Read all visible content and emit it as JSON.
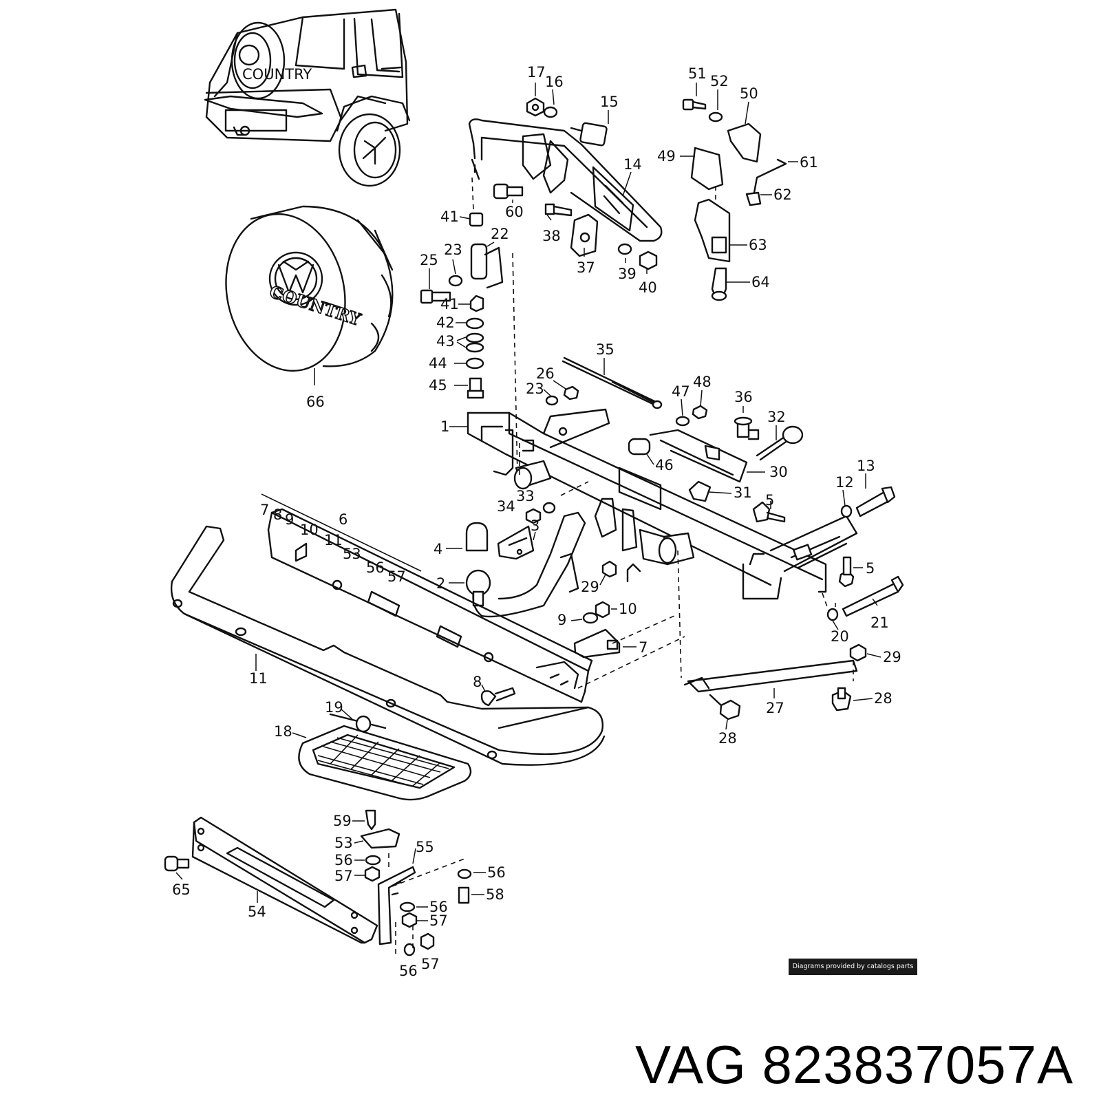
{
  "callouts": [
    {
      "id": "c17",
      "text": "17"
    },
    {
      "id": "c16",
      "text": "16"
    },
    {
      "id": "c15",
      "text": "15"
    },
    {
      "id": "c51",
      "text": "51"
    },
    {
      "id": "c52",
      "text": "52"
    },
    {
      "id": "c50",
      "text": "50"
    },
    {
      "id": "c49",
      "text": "49"
    },
    {
      "id": "c61",
      "text": "61"
    },
    {
      "id": "c62",
      "text": "62"
    },
    {
      "id": "c14",
      "text": "14"
    },
    {
      "id": "c60",
      "text": "60"
    },
    {
      "id": "c41a",
      "text": "41"
    },
    {
      "id": "c22",
      "text": "22"
    },
    {
      "id": "c38",
      "text": "38"
    },
    {
      "id": "c63",
      "text": "63"
    },
    {
      "id": "c23a",
      "text": "23"
    },
    {
      "id": "c25",
      "text": "25"
    },
    {
      "id": "c37",
      "text": "37"
    },
    {
      "id": "c39",
      "text": "39"
    },
    {
      "id": "c40",
      "text": "40"
    },
    {
      "id": "c64",
      "text": "64"
    },
    {
      "id": "c41b",
      "text": "41"
    },
    {
      "id": "c42",
      "text": "42"
    },
    {
      "id": "c43",
      "text": "43"
    },
    {
      "id": "c44",
      "text": "44"
    },
    {
      "id": "c45",
      "text": "45"
    },
    {
      "id": "c35",
      "text": "35"
    },
    {
      "id": "c26",
      "text": "26"
    },
    {
      "id": "c23b",
      "text": "23"
    },
    {
      "id": "c47",
      "text": "47"
    },
    {
      "id": "c48",
      "text": "48"
    },
    {
      "id": "c36",
      "text": "36"
    },
    {
      "id": "c32",
      "text": "32"
    },
    {
      "id": "c66",
      "text": "66"
    },
    {
      "id": "c1",
      "text": "1"
    },
    {
      "id": "c46",
      "text": "46"
    },
    {
      "id": "c30",
      "text": "30"
    },
    {
      "id": "c13",
      "text": "13"
    },
    {
      "id": "c31",
      "text": "31"
    },
    {
      "id": "c12",
      "text": "12"
    },
    {
      "id": "c33",
      "text": "33"
    },
    {
      "id": "c34",
      "text": "34"
    },
    {
      "id": "c5a",
      "text": "5"
    },
    {
      "id": "c7a",
      "text": "7"
    },
    {
      "id": "c8a",
      "text": "8"
    },
    {
      "id": "c9a",
      "text": "9"
    },
    {
      "id": "c6",
      "text": "6"
    },
    {
      "id": "c10a",
      "text": "10"
    },
    {
      "id": "c11a",
      "text": "11"
    },
    {
      "id": "c53a",
      "text": "53"
    },
    {
      "id": "c56a",
      "text": "56"
    },
    {
      "id": "c57a",
      "text": "57"
    },
    {
      "id": "c3",
      "text": "3"
    },
    {
      "id": "c4",
      "text": "4"
    },
    {
      "id": "c2",
      "text": "2"
    },
    {
      "id": "c29a",
      "text": "29"
    },
    {
      "id": "c5b",
      "text": "5"
    },
    {
      "id": "c10b",
      "text": "10"
    },
    {
      "id": "c9b",
      "text": "9"
    },
    {
      "id": "c7b",
      "text": "7"
    },
    {
      "id": "c21",
      "text": "21"
    },
    {
      "id": "c20",
      "text": "20"
    },
    {
      "id": "c29b",
      "text": "29"
    },
    {
      "id": "c11b",
      "text": "11"
    },
    {
      "id": "c8b",
      "text": "8"
    },
    {
      "id": "c28a",
      "text": "28"
    },
    {
      "id": "c27",
      "text": "27"
    },
    {
      "id": "c19",
      "text": "19"
    },
    {
      "id": "c28b",
      "text": "28"
    },
    {
      "id": "c18",
      "text": "18"
    },
    {
      "id": "c59",
      "text": "59"
    },
    {
      "id": "c53b",
      "text": "53"
    },
    {
      "id": "c55",
      "text": "55"
    },
    {
      "id": "c56b",
      "text": "56"
    },
    {
      "id": "c56c",
      "text": "56"
    },
    {
      "id": "c57b",
      "text": "57"
    },
    {
      "id": "c58",
      "text": "58"
    },
    {
      "id": "c65",
      "text": "65"
    },
    {
      "id": "c56d",
      "text": "56"
    },
    {
      "id": "c57c",
      "text": "57"
    },
    {
      "id": "c54",
      "text": "54"
    },
    {
      "id": "c56e",
      "text": "56"
    },
    {
      "id": "c57d",
      "text": "57"
    }
  ],
  "spare_wheel_cover_text": "COUNTRY",
  "car_wheel_cover_text": "COUNTRY",
  "credit": "Diagrams provided by catalogs parts",
  "part_number": "VAG 823837057A"
}
